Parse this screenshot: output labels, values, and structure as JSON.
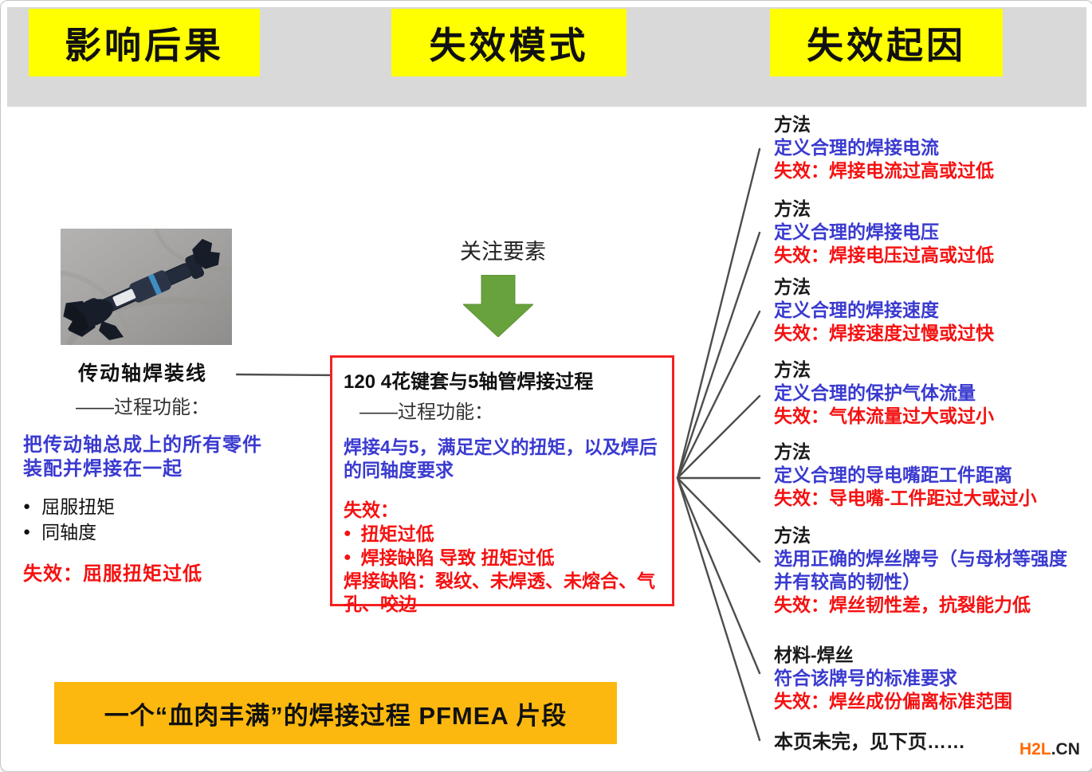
{
  "header": {
    "columns": [
      {
        "label": "影响后果"
      },
      {
        "label": "失效模式"
      },
      {
        "label": "失效起因"
      }
    ]
  },
  "focus": {
    "label": "关注要素"
  },
  "left": {
    "title": "传动轴焊装线",
    "subtitle": "——过程功能：",
    "function_text": "把传动轴总成上的所有零件装配并焊接在一起",
    "bullets": [
      "屈服扭矩",
      "同轴度"
    ],
    "failure": "失效：屈服扭矩过低"
  },
  "process": {
    "title": "120 4花键套与5轴管焊接过程",
    "subtitle": "——过程功能：",
    "function_text": "焊接4与5，满足定义的扭矩，以及焊后的同轴度要求",
    "failure_label": "失效：",
    "failure_bullets": [
      "扭矩过低",
      "焊接缺陷 导致 扭矩过低"
    ],
    "failure_note": "焊接缺陷：裂纹、未焊透、未熔合、气孔、咬边"
  },
  "causes": {
    "items": [
      {
        "category": "方法",
        "prevention": "定义合理的焊接电流",
        "failure": "失效：焊接电流过高或过低"
      },
      {
        "category": "方法",
        "prevention": "定义合理的焊接电压",
        "failure": "失效：焊接电压过高或过低"
      },
      {
        "category": "方法",
        "prevention": "定义合理的焊接速度",
        "failure": "失效：焊接速度过慢或过快"
      },
      {
        "category": "方法",
        "prevention": "定义合理的保护气体流量",
        "failure": "失效：气体流量过大或过小"
      },
      {
        "category": "方法",
        "prevention": "定义合理的导电嘴距工件距离",
        "failure": "失效：导电嘴-工件距过大或过小"
      },
      {
        "category": "方法",
        "prevention": "选用正确的焊丝牌号（与母材等强度并有较高的韧性）",
        "failure": "失效：焊丝韧性差，抗裂能力低"
      },
      {
        "category": "材料-焊丝",
        "prevention": "符合该牌号的标准要求",
        "failure": "失效：焊丝成份偏离标准范围"
      }
    ],
    "note": "本页未完，见下页……"
  },
  "banner": {
    "label": "一个“血肉丰满”的焊接过程 PFMEA 片段"
  },
  "watermark": {
    "primary": "H2L",
    "secondary": ".CN"
  },
  "colors": {
    "header_yellow": "#ffff00",
    "band_gray": "#d9d9d9",
    "prevention_blue": "#3a3ad0",
    "failure_red": "#f51111",
    "box_border_red": "#f42222",
    "arrow_green": "#67a23d",
    "banner_gold": "#fcb80e",
    "watermark_orange": "#ff6a00"
  }
}
